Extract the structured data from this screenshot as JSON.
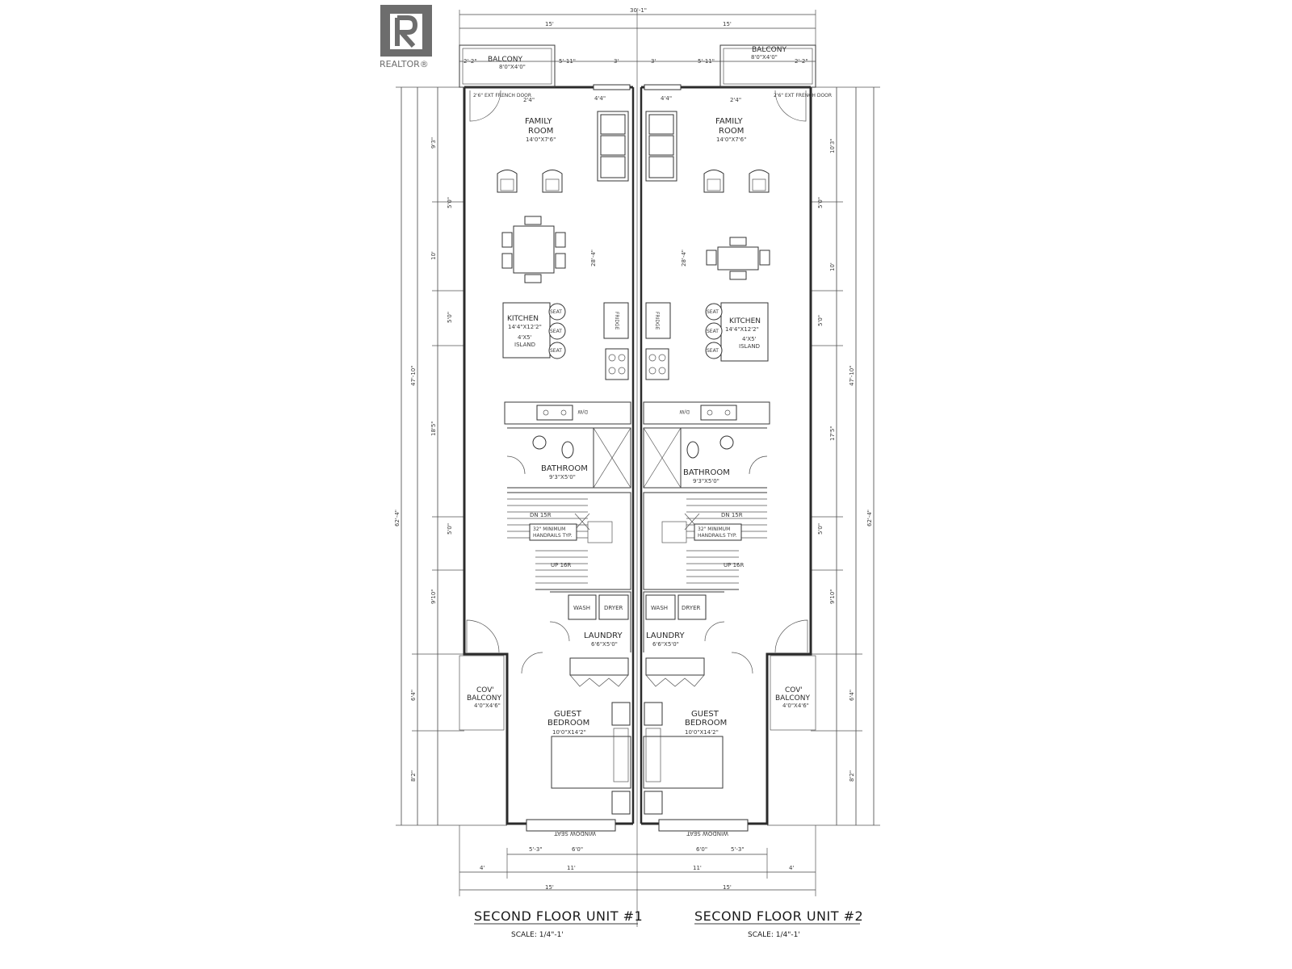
{
  "logo": {
    "text": "REALTOR®"
  },
  "overall": {
    "top_width": "30'-1\"",
    "unit_width": "15'",
    "height": "62'-4\"",
    "interior_height": "47'-10\"",
    "center_length": "28'-4\""
  },
  "units": [
    {
      "id": "unit1",
      "title": "SECOND FLOOR UNIT #1",
      "scale": "SCALE: 1/4\"-1'",
      "balcony": {
        "name": "BALCONY",
        "size": "8'0\"X4'0\""
      },
      "french_door": "2'6\" EXT FRENCH DOOR",
      "family_room": {
        "name_line1": "FAMILY",
        "name_line2": "ROOM",
        "size": "14'0\"X7'6\""
      },
      "kitchen": {
        "name": "KITCHEN",
        "size": "14'4\"X12'2\"",
        "island_line1": "4'X5'",
        "island_line2": "ISLAND"
      },
      "seat": "SEAT",
      "fridge": "FRIDGE",
      "dw": "D/W",
      "bathroom": {
        "name": "BATHROOM",
        "size": "9'3\"X5'0\""
      },
      "stairs": {
        "down": "DN 15R",
        "up": "UP 16R",
        "note_line1": "32\" MINIMUM",
        "note_line2": "HANDRAILS TYP."
      },
      "laundry": {
        "name": "LAUNDRY",
        "size": "6'6\"X5'0\"",
        "wash": "WASH",
        "dryer": "DRYER"
      },
      "cov_balcony": {
        "line1": "COV'",
        "line2": "BALCONY",
        "size": "4'0\"X4'6\""
      },
      "guest_bedroom": {
        "line1": "GUEST",
        "line2": "BEDROOM",
        "size": "10'0\"X14'2\""
      },
      "window_seat": "WINDOW SEAT",
      "side_dims": [
        "9'3\"",
        "5'0\"",
        "10'",
        "5'0\"",
        "18'5\"",
        "5'0\"",
        "9'10\"",
        "6'4\"",
        "8'2\""
      ],
      "top_dims": [
        "2'-2\"",
        "5'-11\"",
        "3'"
      ],
      "bottom_dims": [
        "5'-3\"",
        "6'0\"",
        "4'",
        "11'"
      ]
    },
    {
      "id": "unit2",
      "title": "SECOND FLOOR UNIT #2",
      "scale": "SCALE: 1/4\"-1'",
      "balcony": {
        "name": "BALCONY",
        "size": "8'0\"X4'0\""
      },
      "french_door": "2'6\" EXT FRENCH DOOR",
      "family_room": {
        "name_line1": "FAMILY",
        "name_line2": "ROOM",
        "size": "14'0\"X7'6\""
      },
      "kitchen": {
        "name": "KITCHEN",
        "size": "14'4\"X12'2\"",
        "island_line1": "4'X5'",
        "island_line2": "ISLAND"
      },
      "seat": "SEAT",
      "fridge": "FRIDGE",
      "dw": "D/W",
      "bathroom": {
        "name": "BATHROOM",
        "size": "9'3\"X5'0\""
      },
      "stairs": {
        "down": "DN 15R",
        "up": "UP 16R",
        "note_line1": "32\" MINIMUM",
        "note_line2": "HANDRAILS TYP."
      },
      "laundry": {
        "name": "LAUNDRY",
        "size": "6'6\"X5'0\"",
        "wash": "WASH",
        "dryer": "DRYER"
      },
      "cov_balcony": {
        "line1": "COV'",
        "line2": "BALCONY",
        "size": "4'0\"X4'6\""
      },
      "guest_bedroom": {
        "line1": "GUEST",
        "line2": "BEDROOM",
        "size": "10'0\"X14'2\""
      },
      "window_seat": "WINDOW SEAT",
      "side_dims": [
        "10'3\"",
        "5'0\"",
        "10'",
        "5'0\"",
        "17'5\"",
        "5'0\"",
        "9'10\"",
        "6'4\"",
        "8'2\""
      ],
      "top_dims": [
        "3'",
        "5'-11\"",
        "2'-2\""
      ],
      "bottom_dims": [
        "6'0\"",
        "5'-3\"",
        "11'",
        "4'"
      ]
    }
  ]
}
